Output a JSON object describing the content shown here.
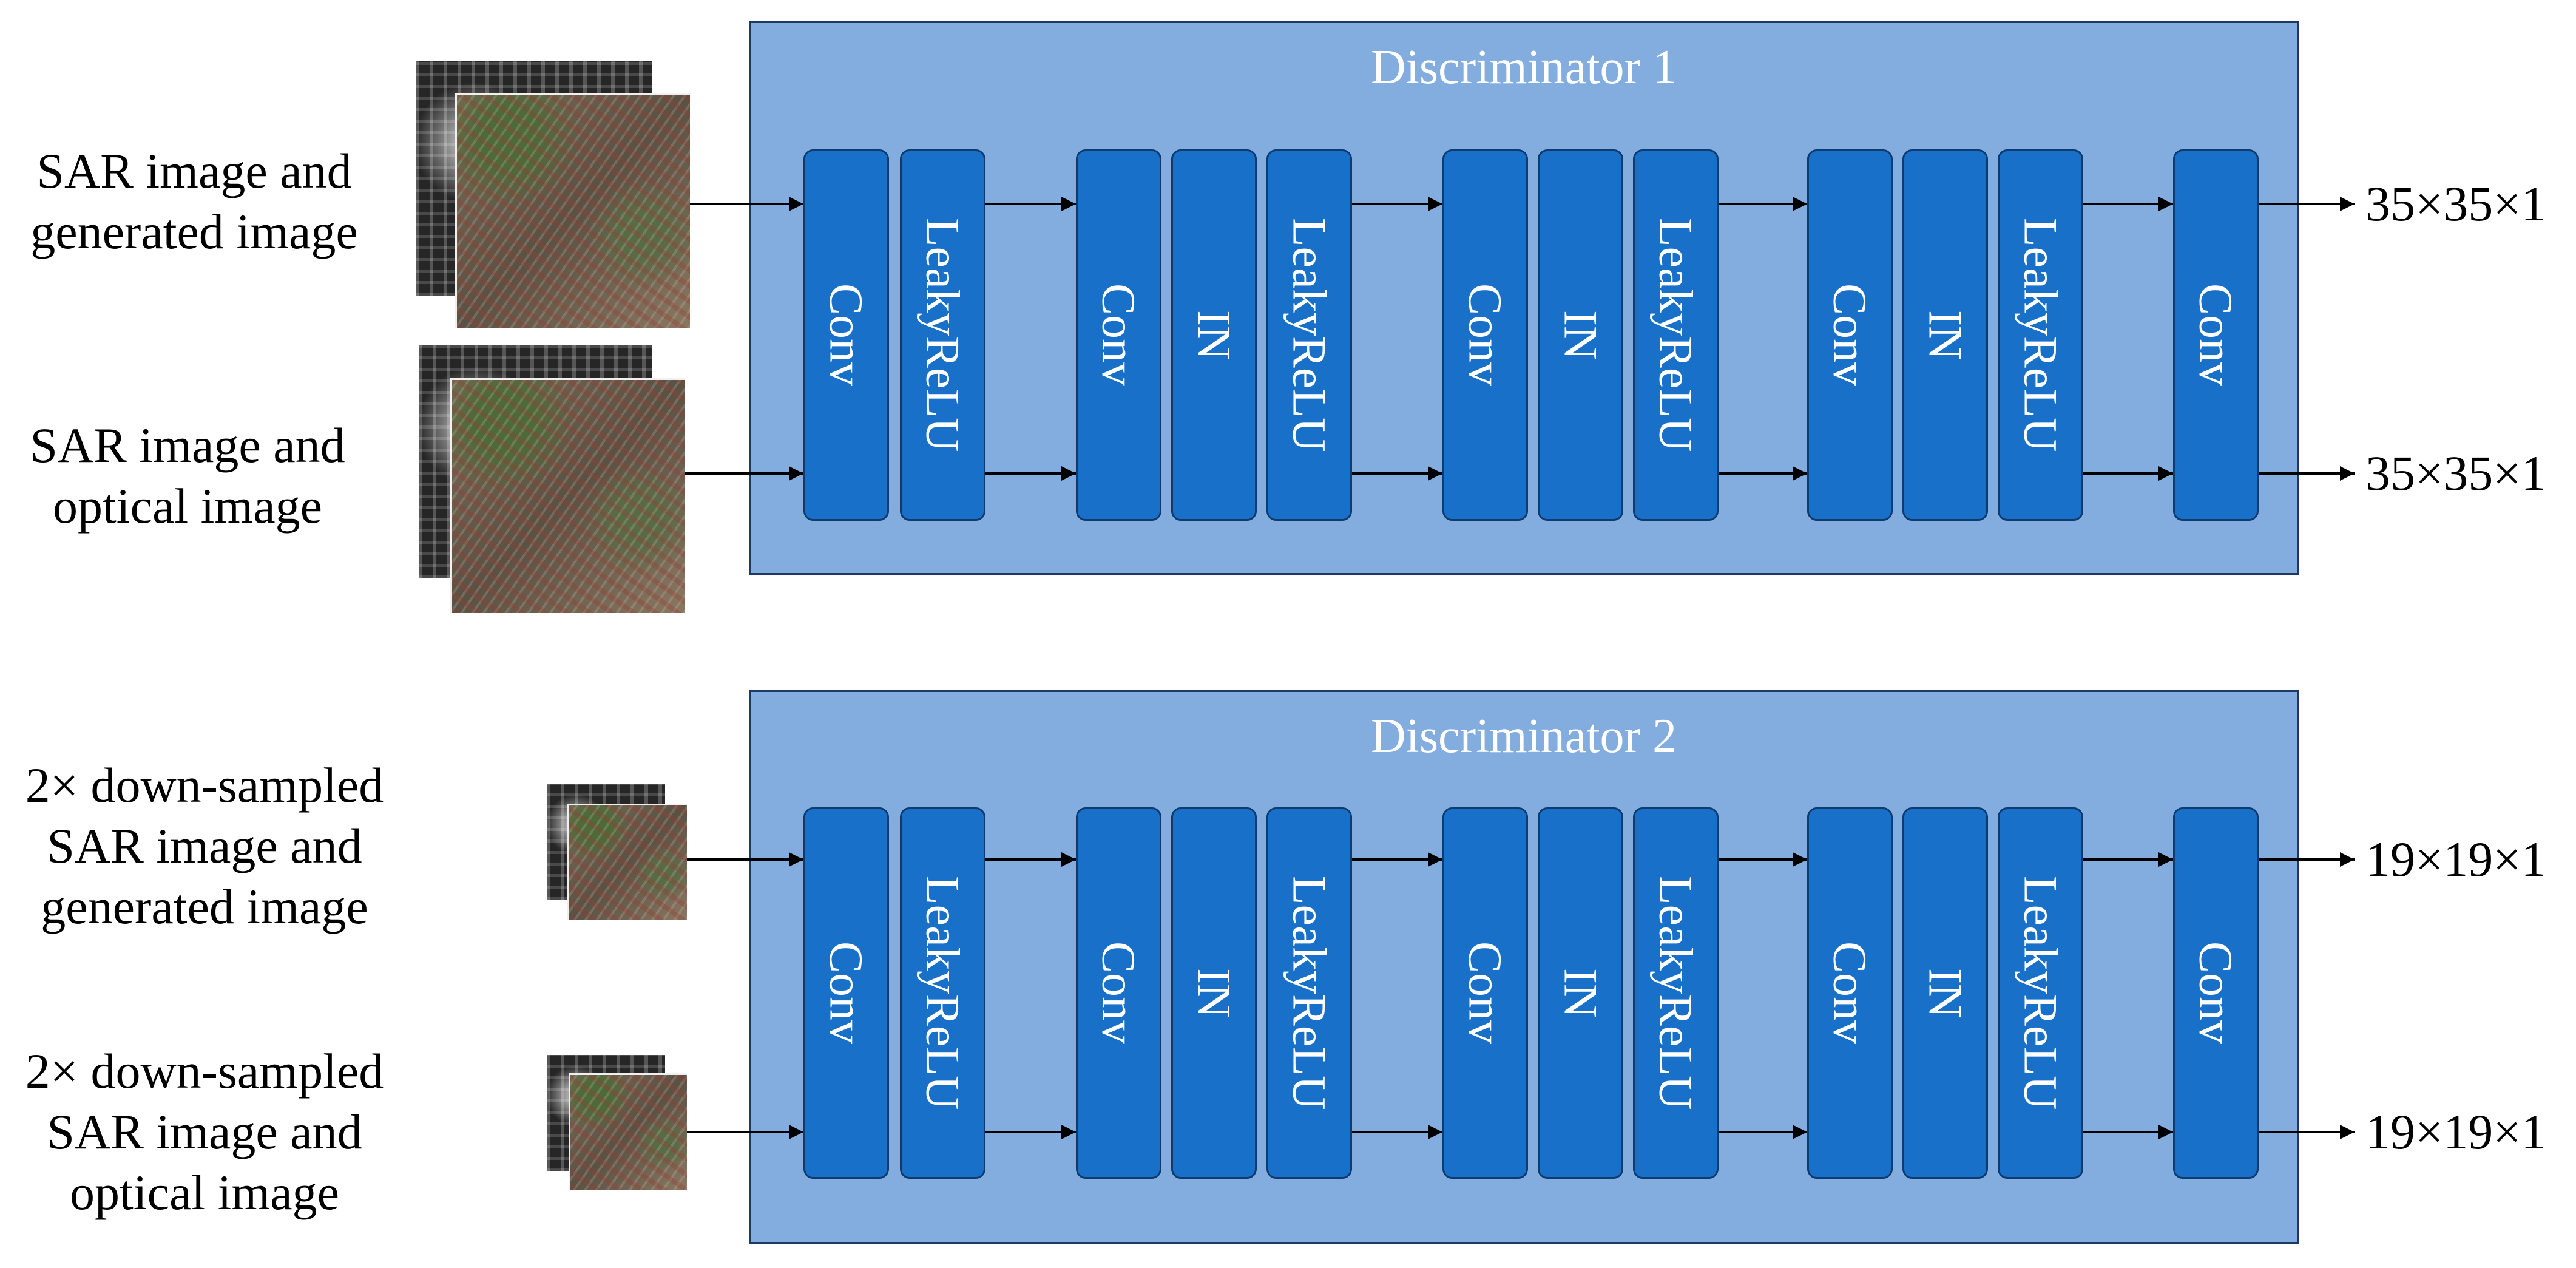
{
  "inputs": [
    {
      "lines": [
        "SAR image and",
        "generated image"
      ]
    },
    {
      "lines": [
        "SAR image and",
        "optical image"
      ]
    },
    {
      "lines": [
        "2× down-sampled",
        "SAR image and",
        "generated image"
      ]
    },
    {
      "lines": [
        "2× down-sampled",
        "SAR image and",
        "optical image"
      ]
    }
  ],
  "discriminators": [
    {
      "title": "Discriminator 1",
      "blocks": [
        "Conv",
        "LeakyReLU",
        "Conv",
        "IN",
        "LeakyReLU",
        "Conv",
        "IN",
        "LeakyReLU",
        "Conv",
        "IN",
        "LeakyReLU",
        "Conv"
      ],
      "outputs": [
        "35×35×1",
        "35×35×1"
      ]
    },
    {
      "title": "Discriminator 2",
      "blocks": [
        "Conv",
        "LeakyReLU",
        "Conv",
        "IN",
        "LeakyReLU",
        "Conv",
        "IN",
        "LeakyReLU",
        "Conv",
        "IN",
        "LeakyReLU",
        "Conv"
      ],
      "outputs": [
        "19×19×1",
        "19×19×1"
      ]
    }
  ],
  "colors": {
    "panel_fill": "#83acdf",
    "panel_border": "#1d3a63",
    "block_fill": "#1870c8",
    "block_border": "#0e3b70",
    "block_text": "#ffffff",
    "arrow": "#000000",
    "label_text": "#000000"
  }
}
